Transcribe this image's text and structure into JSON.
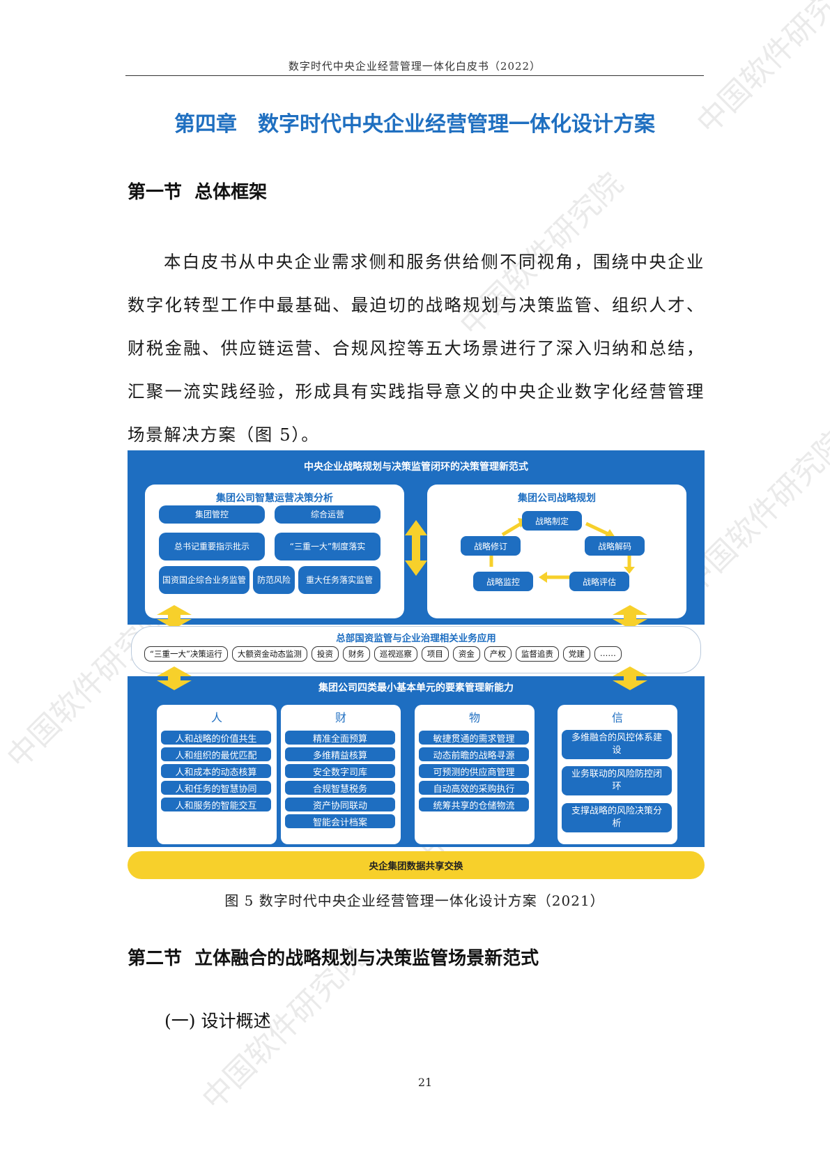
{
  "header": {
    "title": "数字时代中央企业经营管理一体化白皮书（2022）"
  },
  "chapter": {
    "title": "第四章　数字时代中央企业经营管理一体化设计方案"
  },
  "section1": {
    "title": "第一节  总体框架"
  },
  "paragraph": "本白皮书从中央企业需求侧和服务供给侧不同视角，围绕中央企业数字化转型工作中最基础、最迫切的战略规划与决策监管、组织人才、财税金融、供应链运营、合规风控等五大场景进行了深入归纳和总结，汇聚一流实践经验，形成具有实践指导意义的中央企业数字化经营管理场景解决方案（图 5）。",
  "figure": {
    "top_title": "中央企业战略规划与决策监管闭环的决策管理新范式",
    "left_panel": {
      "title": "集团公司智慧运营决策分析",
      "items": [
        "集团管控",
        "综合运营",
        "总书记重要指示批示",
        "“三重一大”制度落实",
        "国资国企综合业务监管",
        "防范风险",
        "重大任务落实监管"
      ]
    },
    "right_panel": {
      "title": "集团公司战略规划",
      "cycle": [
        "战略制定",
        "战略解码",
        "战略评估",
        "战略监控",
        "战略修订"
      ]
    },
    "middle_band": {
      "title": "总部国资监管与企业治理相关业务应用",
      "items": [
        "“三重一大”决策运行",
        "大额资金动态监测",
        "投资",
        "财务",
        "巡视巡察",
        "项目",
        "资金",
        "产权",
        "监督追责",
        "党建",
        "……"
      ]
    },
    "bottom_title": "集团公司四类最小基本单元的要素管理新能力",
    "columns": [
      {
        "title": "人",
        "items": [
          "人和战略的价值共生",
          "人和组织的最优匹配",
          "人和成本的动态核算",
          "人和任务的智慧协同",
          "人和服务的智能交互"
        ]
      },
      {
        "title": "财",
        "items": [
          "精准全面预算",
          "多维精益核算",
          "安全数字司库",
          "合规智慧税务",
          "资产协同联动",
          "智能会计档案"
        ]
      },
      {
        "title": "物",
        "items": [
          "敏捷贯通的需求管理",
          "动态前瞻的战略寻源",
          "可预测的供应商管理",
          "自动高效的采购执行",
          "统筹共享的仓储物流"
        ]
      },
      {
        "title": "信",
        "items": [
          "多维融合的风控体系建设",
          "业务联动的风险防控闭环",
          "支撑战略的风险决策分析"
        ]
      }
    ],
    "yellow_band": "央企集团数据共享交换",
    "colors": {
      "primary": "#1e6ec1",
      "accent": "#f7d02b"
    }
  },
  "caption": "图 5 数字时代中央企业经营管理一体化设计方案（2021）",
  "section2": {
    "title": "第二节  立体融合的战略规划与决策监管场景新范式"
  },
  "subsection": {
    "title": "(一) 设计概述"
  },
  "page_number": "21",
  "watermark": "中国软件研究院"
}
